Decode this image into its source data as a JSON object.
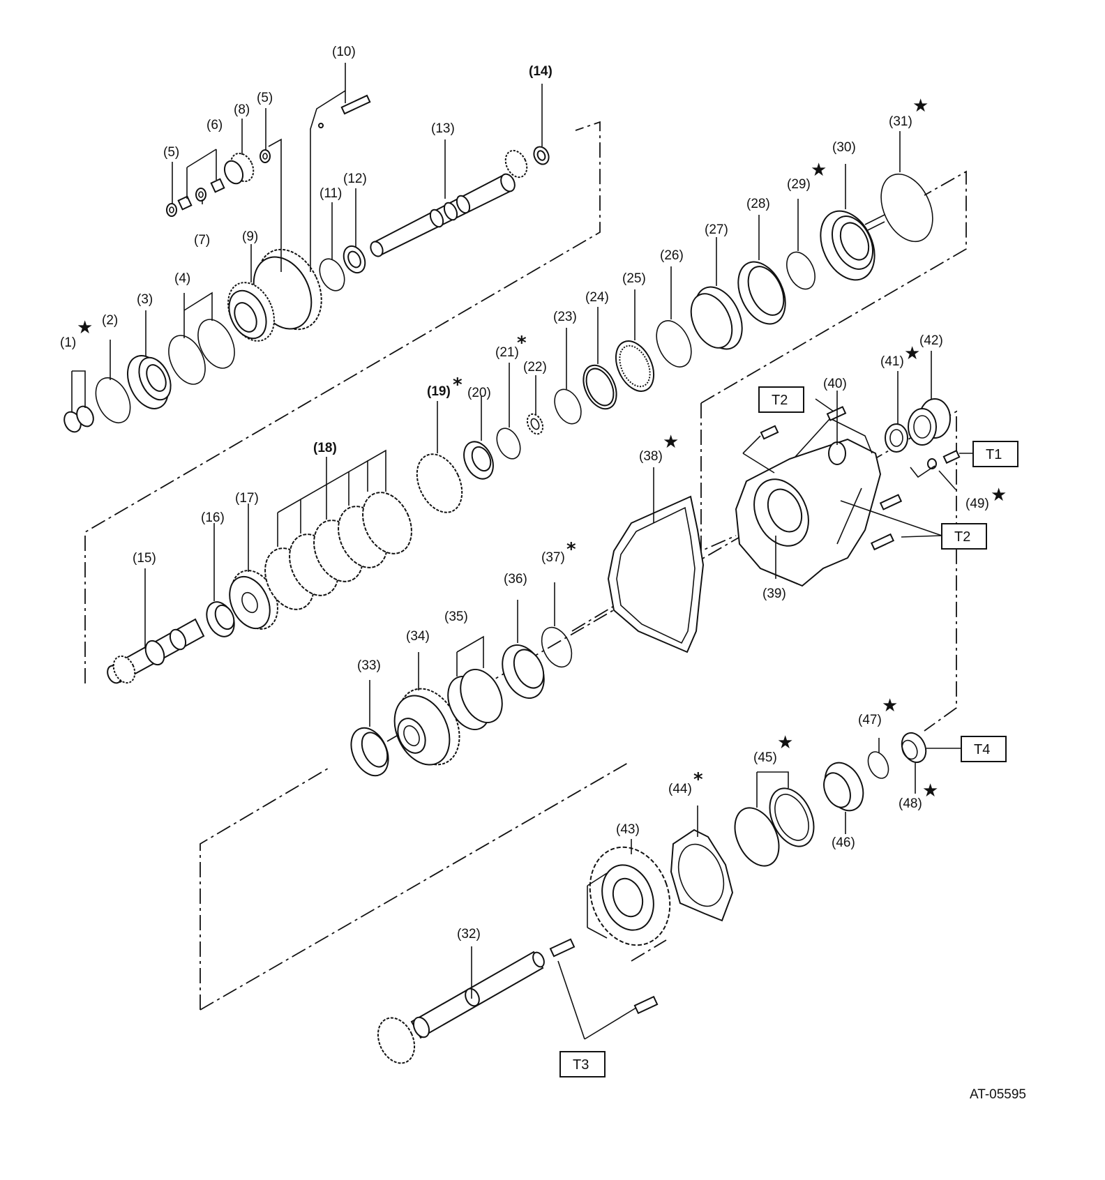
{
  "callouts": [
    {
      "id": "1",
      "text": "(1)",
      "mark": "★"
    },
    {
      "id": "2",
      "text": "(2)",
      "mark": ""
    },
    {
      "id": "3",
      "text": "(3)",
      "mark": ""
    },
    {
      "id": "4",
      "text": "(4)",
      "mark": ""
    },
    {
      "id": "5a",
      "text": "(5)",
      "mark": ""
    },
    {
      "id": "5b",
      "text": "(5)",
      "mark": ""
    },
    {
      "id": "6",
      "text": "(6)",
      "mark": ""
    },
    {
      "id": "7",
      "text": "(7)",
      "mark": ""
    },
    {
      "id": "8",
      "text": "(8)",
      "mark": ""
    },
    {
      "id": "9",
      "text": "(9)",
      "mark": ""
    },
    {
      "id": "10",
      "text": "(10)",
      "mark": ""
    },
    {
      "id": "11",
      "text": "(11)",
      "mark": ""
    },
    {
      "id": "12",
      "text": "(12)",
      "mark": ""
    },
    {
      "id": "13",
      "text": "(13)",
      "mark": ""
    },
    {
      "id": "14",
      "text": "(14)",
      "mark": ""
    },
    {
      "id": "15",
      "text": "(15)",
      "mark": ""
    },
    {
      "id": "16",
      "text": "(16)",
      "mark": ""
    },
    {
      "id": "17",
      "text": "(17)",
      "mark": ""
    },
    {
      "id": "18",
      "text": "(18)",
      "mark": ""
    },
    {
      "id": "19",
      "text": "(19)",
      "mark": "*"
    },
    {
      "id": "20",
      "text": "(20)",
      "mark": ""
    },
    {
      "id": "21",
      "text": "(21)",
      "mark": "*"
    },
    {
      "id": "22",
      "text": "(22)",
      "mark": ""
    },
    {
      "id": "23",
      "text": "(23)",
      "mark": ""
    },
    {
      "id": "24",
      "text": "(24)",
      "mark": ""
    },
    {
      "id": "25",
      "text": "(25)",
      "mark": ""
    },
    {
      "id": "26",
      "text": "(26)",
      "mark": ""
    },
    {
      "id": "27",
      "text": "(27)",
      "mark": ""
    },
    {
      "id": "28",
      "text": "(28)",
      "mark": ""
    },
    {
      "id": "29",
      "text": "(29)",
      "mark": "★"
    },
    {
      "id": "30",
      "text": "(30)",
      "mark": ""
    },
    {
      "id": "31",
      "text": "(31)",
      "mark": "★"
    },
    {
      "id": "32",
      "text": "(32)",
      "mark": ""
    },
    {
      "id": "33",
      "text": "(33)",
      "mark": ""
    },
    {
      "id": "34",
      "text": "(34)",
      "mark": ""
    },
    {
      "id": "35",
      "text": "(35)",
      "mark": ""
    },
    {
      "id": "36",
      "text": "(36)",
      "mark": ""
    },
    {
      "id": "37",
      "text": "(37)",
      "mark": "*"
    },
    {
      "id": "38",
      "text": "(38)",
      "mark": "★"
    },
    {
      "id": "39",
      "text": "(39)",
      "mark": ""
    },
    {
      "id": "40",
      "text": "(40)",
      "mark": ""
    },
    {
      "id": "41",
      "text": "(41)",
      "mark": "★"
    },
    {
      "id": "42",
      "text": "(42)",
      "mark": ""
    },
    {
      "id": "43",
      "text": "(43)",
      "mark": ""
    },
    {
      "id": "44",
      "text": "(44)",
      "mark": "*"
    },
    {
      "id": "45",
      "text": "(45)",
      "mark": "★"
    },
    {
      "id": "46",
      "text": "(46)",
      "mark": ""
    },
    {
      "id": "47",
      "text": "(47)",
      "mark": "★"
    },
    {
      "id": "48",
      "text": "(48)",
      "mark": "★"
    },
    {
      "id": "49",
      "text": "(49)",
      "mark": "★"
    }
  ],
  "torque": [
    {
      "id": "t1",
      "text": "T1"
    },
    {
      "id": "t2a",
      "text": "T2"
    },
    {
      "id": "t2b",
      "text": "T2"
    },
    {
      "id": "t3",
      "text": "T3"
    },
    {
      "id": "t4",
      "text": "T4"
    }
  ],
  "figure_code": "AT-05595"
}
